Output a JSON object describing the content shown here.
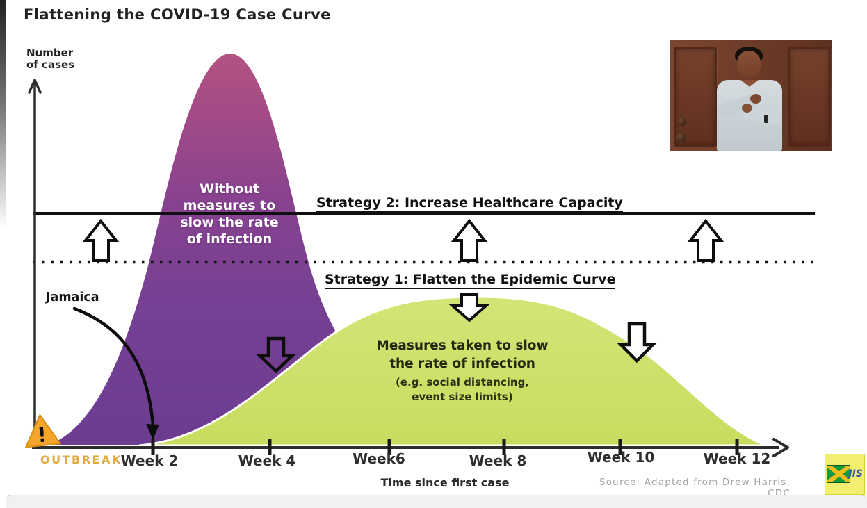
{
  "title": "Flattening the COVID-19 Case Curve",
  "y_axis": {
    "label_line1": "Number",
    "label_line2": "of cases"
  },
  "x_axis": {
    "label": "Time since first case",
    "ticks": [
      "Week 2",
      "Week 4",
      "Week6",
      "Week 8",
      "Week 10",
      "Week 12"
    ]
  },
  "strategies": {
    "strategy2": "Strategy 2: Increase Healthcare Capacity",
    "strategy1": "Strategy 1: Flatten the Epidemic Curve"
  },
  "curves": {
    "no_measures": {
      "color": "#6f3d92",
      "peak_color": "#b25380",
      "lines": [
        "Without",
        "measures to",
        "slow the rate",
        "of infection"
      ]
    },
    "measures": {
      "color": "#cbdf63",
      "lines": [
        "Measures taken to slow",
        "the rate of infection"
      ],
      "sub_lines": [
        "(e.g. social distancing,",
        "event size limits)"
      ]
    }
  },
  "annotations": {
    "jamaica": "Jamaica",
    "outbreak": "OUTBREAK",
    "outbreak_color": "#e2a93c"
  },
  "source": "Source: Adapted from Drew Harris, CDC",
  "logo": {
    "text": "JIS"
  },
  "chart_data": {
    "type": "area",
    "title": "Flattening the COVID-19 Case Curve",
    "xlabel": "Time since first case",
    "ylabel": "Number of cases",
    "x_unit": "weeks",
    "x_tick_labels": [
      "Week 2",
      "Week 4",
      "Week6",
      "Week 8",
      "Week 10",
      "Week 12"
    ],
    "x_tick_positions": [
      2,
      4,
      6,
      8,
      10,
      12
    ],
    "ylim": [
      0,
      100
    ],
    "grid": false,
    "legend_position": "inside-curves",
    "series": [
      {
        "name": "Without measures to slow the rate of infection",
        "color": "#6f3d92",
        "x": [
          0.1,
          1,
          1.5,
          2,
          2.5,
          3,
          3.3,
          3.7,
          4,
          4.5,
          5,
          5.5,
          6,
          6.5,
          7.2
        ],
        "values": [
          0,
          7,
          22,
          47,
          75,
          95,
          100,
          90,
          70,
          50,
          33,
          18,
          7,
          3,
          0
        ]
      },
      {
        "name": "Measures taken to slow the rate of infection (e.g. social distancing, event size limits)",
        "color": "#cbdf63",
        "x": [
          1.8,
          3,
          4,
          5,
          6,
          7,
          8,
          9,
          10,
          11,
          12,
          12.4
        ],
        "values": [
          0,
          5,
          15,
          27,
          36,
          38,
          38,
          36,
          28,
          14,
          3,
          0
        ]
      }
    ],
    "reference_lines": [
      {
        "name": "Strategy 2: Increase Healthcare Capacity",
        "style": "solid",
        "value": 59
      },
      {
        "name": "Strategy 1: Flatten the Epidemic Curve",
        "style": "dotted",
        "value": 47
      }
    ],
    "annotations": [
      "Jamaica — arrow pointing to rising curve near Week 2",
      "OUTBREAK — warning marker at origin",
      "Source: Adapted from Drew Harris, CDC"
    ]
  }
}
